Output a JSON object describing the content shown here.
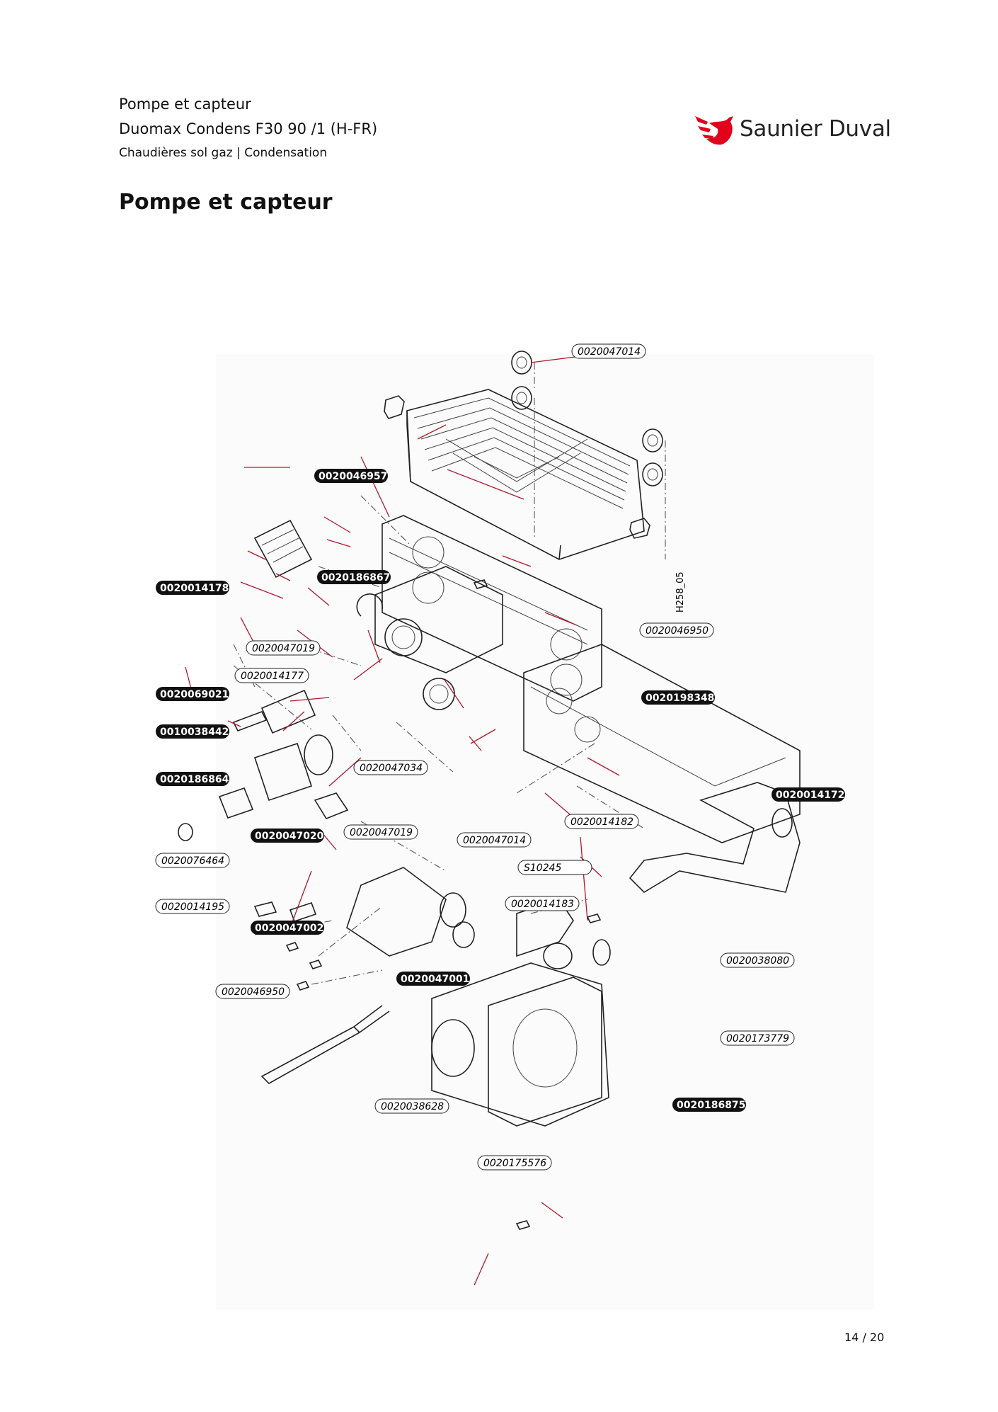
{
  "header": {
    "title": "Pompe et capteur",
    "model": "Duomax Condens F30 90 /1 (H-FR)",
    "category": "Chaudières sol gaz | Condensation",
    "brand": "Saunier Duval",
    "brand_color": "#e2001a"
  },
  "section_title": "Pompe et capteur",
  "diagram": {
    "drawing_ref": "H258_05",
    "labels": {
      "l01": "0020047014",
      "l02": "0020046957",
      "l03": "0020014178",
      "l04": "0020186867",
      "l05": "0020046950",
      "l06": "0020047019",
      "l07": "0020014177",
      "l08": "0020069021",
      "l09": "0020198348",
      "l10": "0010038442",
      "l11": "0020047034",
      "l12": "0020186864",
      "l13": "0020014172",
      "l14": "0020014182",
      "l15": "0020047020",
      "l16": "0020047019",
      "l17": "0020047014",
      "l18": "0020076464",
      "l19": "S10245",
      "l20": "0020014195",
      "l21": "0020014183",
      "l22": "0020047002",
      "l23": "0020038080",
      "l24": "0020047001",
      "l25": "0020046950",
      "l26": "0020173779",
      "l27": "0020186875",
      "l28": "0020038628",
      "l29": "0020175576"
    }
  },
  "footer": {
    "page": "14 / 20"
  }
}
